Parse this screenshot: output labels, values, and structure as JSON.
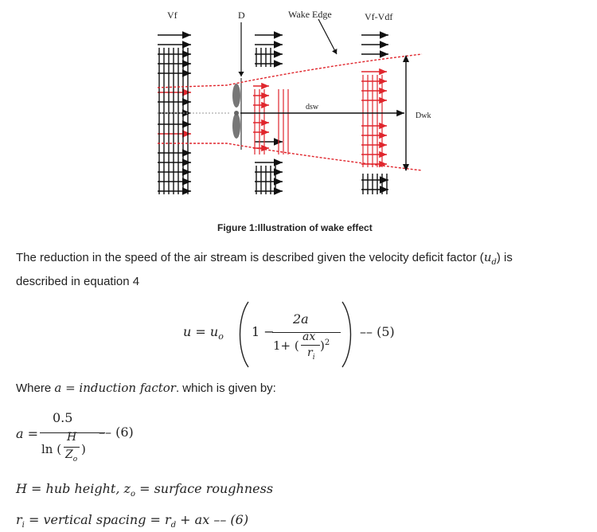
{
  "figure": {
    "labels": {
      "vf": "Vf",
      "d": "D",
      "wake_edge": "Wake Edge",
      "vf_vdf": "Vf-Vdf",
      "dsw": "dsw",
      "dwk": "Dwk"
    },
    "caption": "Figure 1:Illustration of wake effect",
    "colors": {
      "wake_edge": "#e0262d",
      "arrows": "#111111"
    }
  },
  "text": {
    "para1_line1": "The reduction in the speed of the air stream is described given the velocity deficit factor (",
    "para1_var": "u",
    "para1_sub": "d",
    "para1_end": ") is",
    "para1_line2": "described in equation 4",
    "where_prefix": "Where ",
    "where_var": "a",
    "where_eq": " = ",
    "where_def": "induction factor",
    "where_suffix": ". which is given by:"
  },
  "equations": {
    "eq5": {
      "lhs": "u = u",
      "lhs_sub": "o",
      "one_minus": "1 −",
      "num": "2a",
      "den_prefix": "1+ (",
      "den_frac_num": "ax",
      "den_frac_den": "r",
      "den_frac_den_sub": "i",
      "den_suffix": ")",
      "den_exp": "2",
      "tag": "–– (5)"
    },
    "eq6": {
      "lhs": "a =",
      "num": "0.5",
      "den_prefix": "ln (",
      "den_frac_num": "H",
      "den_frac_den": "Z",
      "den_frac_den_sub": "o",
      "den_suffix": ")",
      "tag": "–– (6)"
    },
    "defs1": {
      "h": "H = hub height,",
      "z": "z",
      "z_sub": "o",
      "rest": " = surface roughness"
    },
    "defs2": {
      "r": "r",
      "r_sub": "i",
      "eq": " = vertical spacing = r",
      "rd_sub": "d",
      "rest": " + ax –– (6)"
    }
  }
}
